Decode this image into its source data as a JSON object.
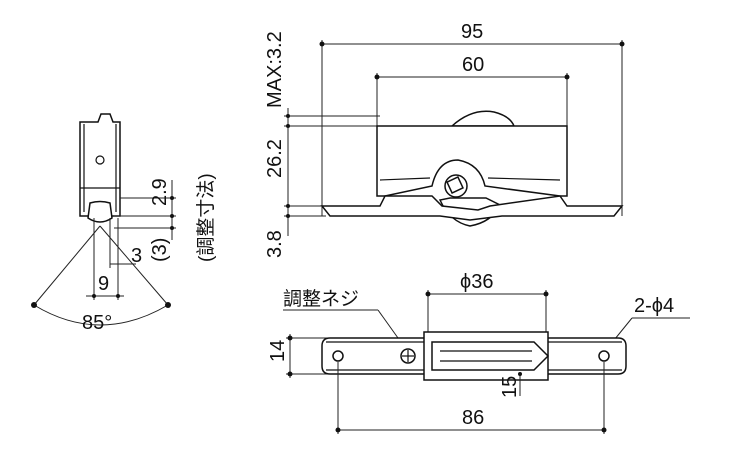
{
  "front_view": {
    "overall_width": "95",
    "hole_pitch": "60",
    "max_label": "MAX:3.2",
    "height_main": "26.2",
    "height_bottom": "3.8"
  },
  "side_view": {
    "dim_2_9": "2.9",
    "dim_3_paren": "(3)",
    "adjust_label": "(調整寸法)",
    "dim_3": "3",
    "dim_9": "9",
    "angle": "85°"
  },
  "plan_view": {
    "wheel_dia": "ϕ36",
    "hole_label": "2-ϕ4",
    "screw_label": "調整ネジ",
    "width": "14",
    "offset": "15",
    "length": "86"
  }
}
